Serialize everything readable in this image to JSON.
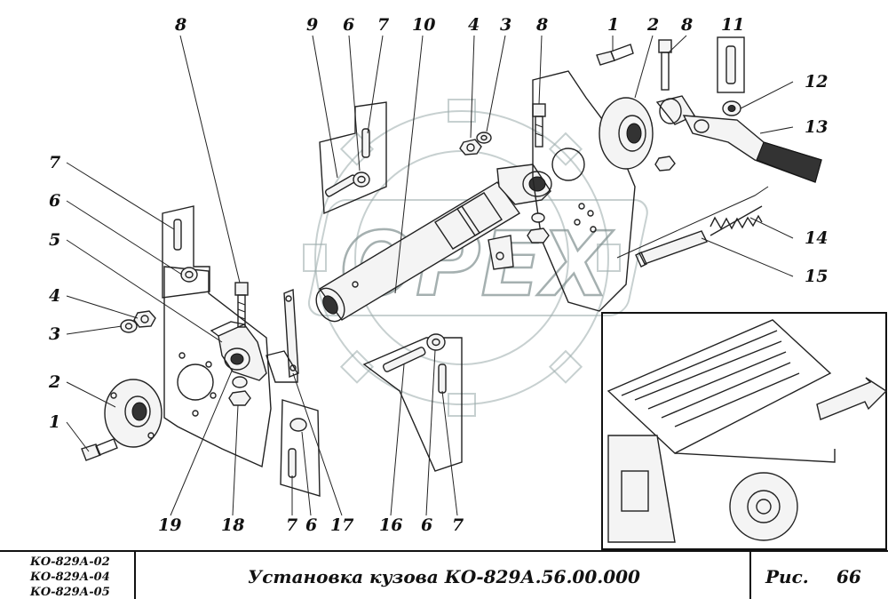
{
  "callouts": {
    "c8a": "8",
    "c9": "9",
    "c6a": "6",
    "c7a": "7",
    "c10": "10",
    "c4a": "4",
    "c3a": "3",
    "c8b": "8",
    "c1a": "1",
    "c2a": "2",
    "c8c": "8",
    "c11": "11",
    "c12": "12",
    "c13": "13",
    "c14": "14",
    "c15": "15",
    "c7b": "7",
    "c6b": "6",
    "c5": "5",
    "c4b": "4",
    "c3b": "3",
    "c2b": "2",
    "c1b": "1",
    "c19": "19",
    "c18": "18",
    "c7c": "7",
    "c6c": "6",
    "c17": "17",
    "c16": "16",
    "c6d": "6",
    "c7d": "7"
  },
  "watermark_text": "OPEX",
  "title_block": {
    "models": [
      "КО-829А-02",
      "КО-829А-04",
      "КО-829А-05"
    ],
    "title": "Установка кузова КО-829А.56.00.000",
    "fig_label": "Рис.",
    "fig_number": "66"
  },
  "colors": {
    "line": "#222222",
    "watermark": "#99aaaa"
  }
}
